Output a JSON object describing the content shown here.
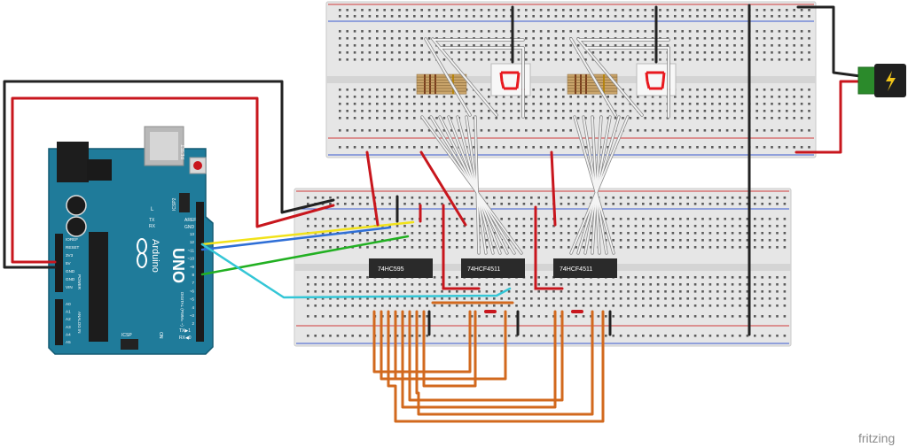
{
  "watermark": "fritzing",
  "arduino": {
    "brand": "Arduino",
    "model": "UNO",
    "icsp_top": "ICSP2",
    "icsp_bottom": "ICSP",
    "reset": "RESET",
    "aref": "AREF",
    "gnd": "GND",
    "led_l": "L",
    "led_tx": "TX",
    "led_rx": "RX",
    "digital_label": "DIGITAL (PWM= ~)",
    "power_label": "POWER",
    "analog_label": "ANALOG IN",
    "on_label": "ON",
    "txd": "TX▶1",
    "rxd": "RX◀0",
    "power_pins": [
      "IOREF",
      "RESET",
      "3V3",
      "5V",
      "GND",
      "GND",
      "VIN"
    ],
    "analog_pins": [
      "A0",
      "A1",
      "A2",
      "A3",
      "A4",
      "A5"
    ],
    "digital_pins": [
      "13",
      "12",
      "~11",
      "~10",
      "~9",
      "8",
      "7",
      "~6",
      "~5",
      "4",
      "~3",
      "2"
    ]
  },
  "chips": [
    {
      "label": "74HC595"
    },
    {
      "label": "74HCF4511"
    },
    {
      "label": "74HCF4511"
    }
  ],
  "colors": {
    "wire_red": "#c8161d",
    "wire_black": "#222222",
    "wire_white": "#f2f2f2",
    "wire_orange": "#d2691e",
    "wire_blue": "#2f6fd6",
    "wire_green": "#22b022",
    "wire_yellow": "#f1e21a",
    "wire_cyan": "#34c6d6",
    "board_teal": "#1f7b9a",
    "breadboard": "#e6e6e6",
    "segment_red": "#e8181e"
  }
}
